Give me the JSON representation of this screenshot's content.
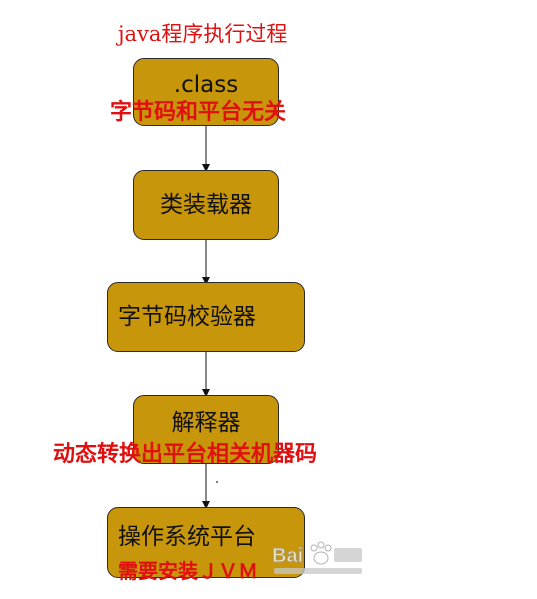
{
  "title": "java程序执行过程",
  "nodes": [
    {
      "id": "class",
      "label": ".class"
    },
    {
      "id": "loader",
      "label": "类装载器"
    },
    {
      "id": "verifier",
      "label": "字节码校验器"
    },
    {
      "id": "interpreter",
      "label": "解释器"
    },
    {
      "id": "os",
      "label": "操作系统平台"
    }
  ],
  "notes": {
    "class": "字节码和平台无关",
    "interpreter": "动态转换出平台相关机器码",
    "os": "需要安装ＪＶＭ"
  },
  "colors": {
    "box_fill": "#c8960a",
    "box_border": "#2a2a2a",
    "note_red": "#e01010",
    "arrow": "#111111"
  },
  "watermark_icon": "baidu-experience-logo"
}
